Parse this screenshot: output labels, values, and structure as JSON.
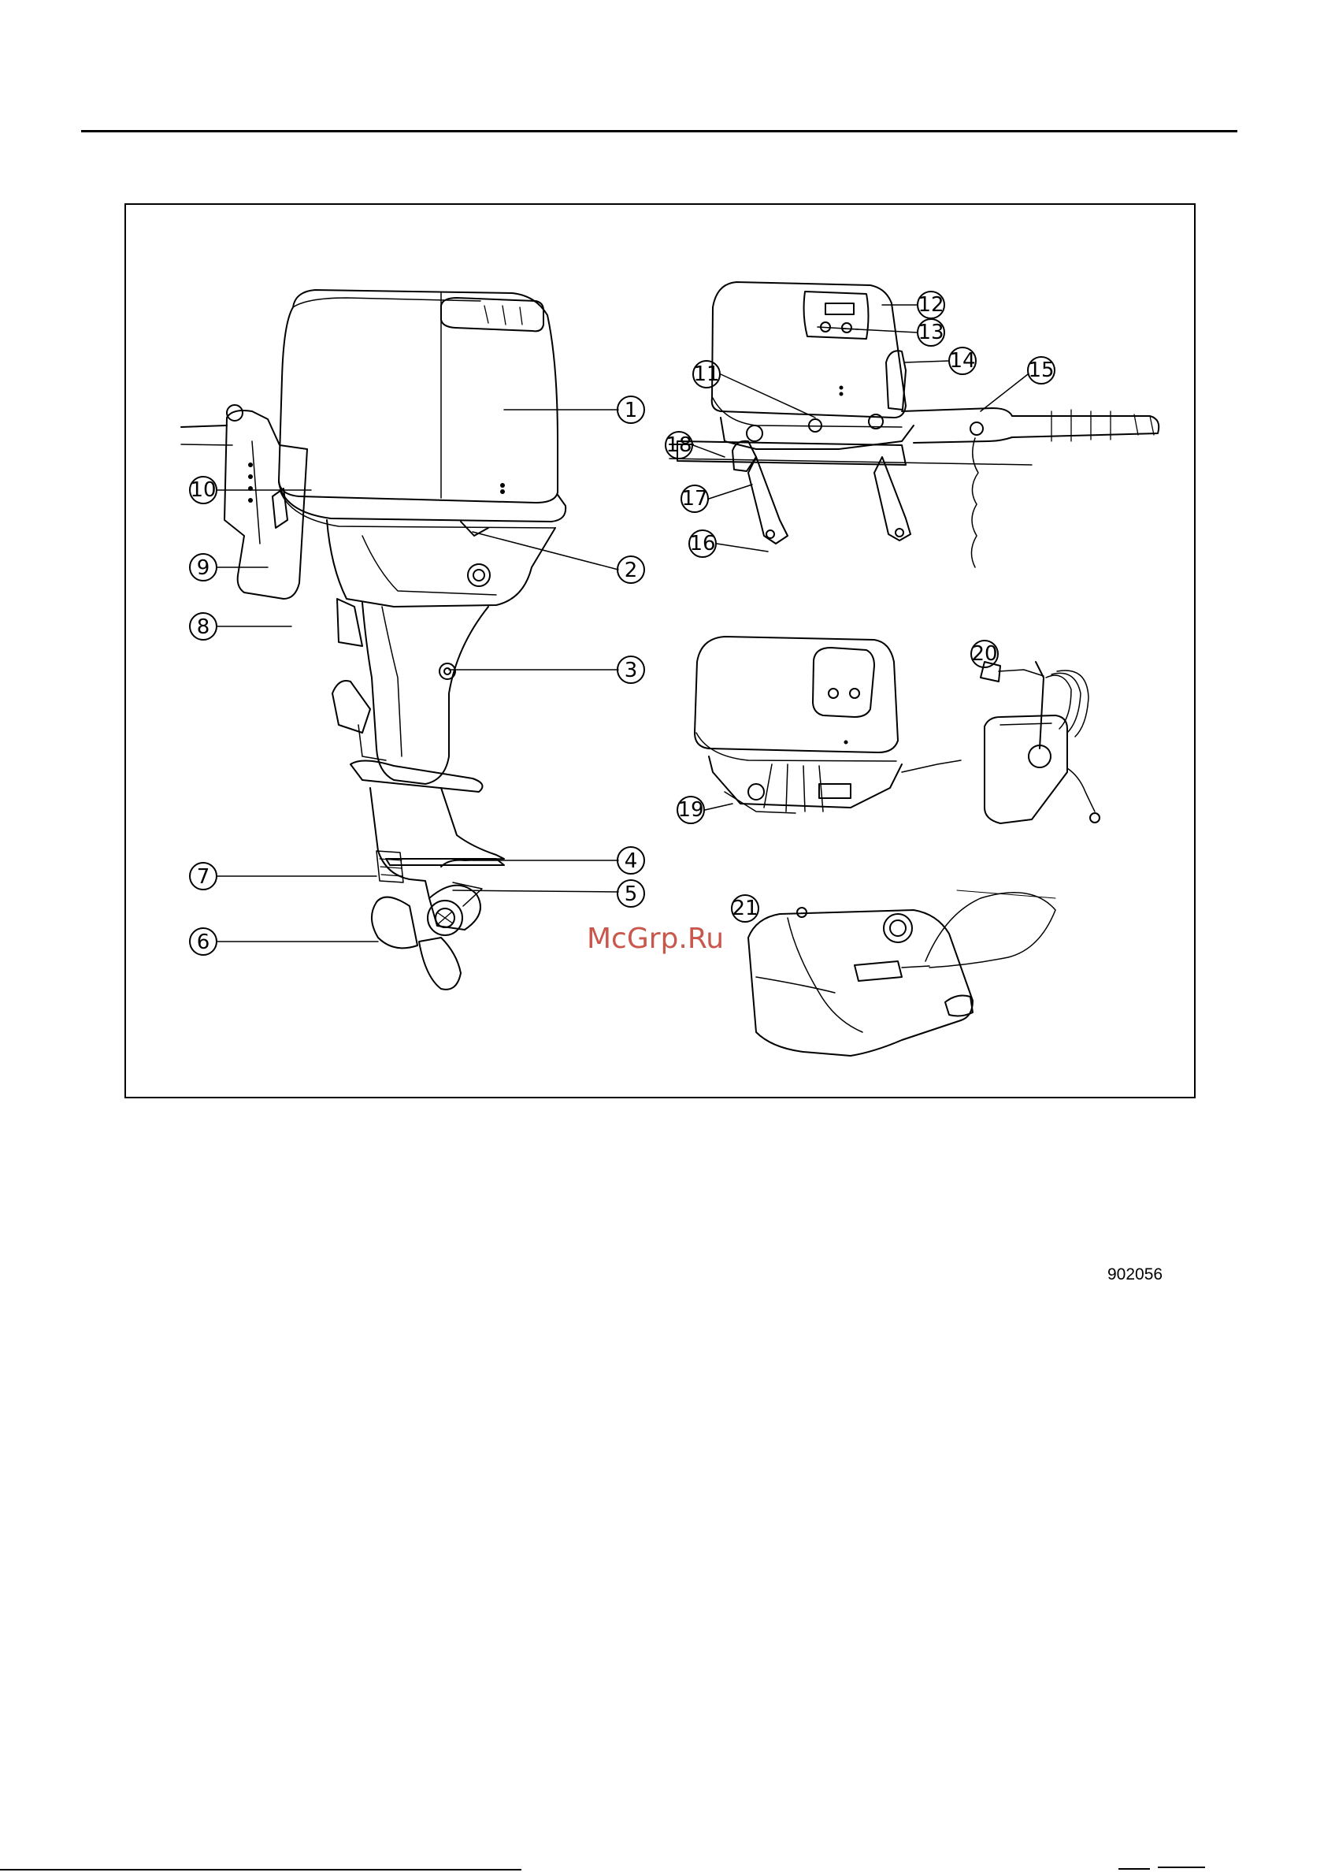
{
  "figure": {
    "code": "902056",
    "watermark": "McGrp.Ru",
    "callouts": [
      "1",
      "2",
      "3",
      "4",
      "5",
      "6",
      "7",
      "8",
      "9",
      "10",
      "11",
      "12",
      "13",
      "14",
      "15",
      "16",
      "17",
      "18",
      "19",
      "20",
      "21"
    ]
  },
  "colors": {
    "ink": "#000000",
    "watermark": "#c0392b"
  },
  "icons": [
    "outboard-motor-illustration",
    "tiller-handle-illustration",
    "remote-control-motor-illustration",
    "remote-control-box-illustration",
    "fuel-tank-illustration"
  ]
}
